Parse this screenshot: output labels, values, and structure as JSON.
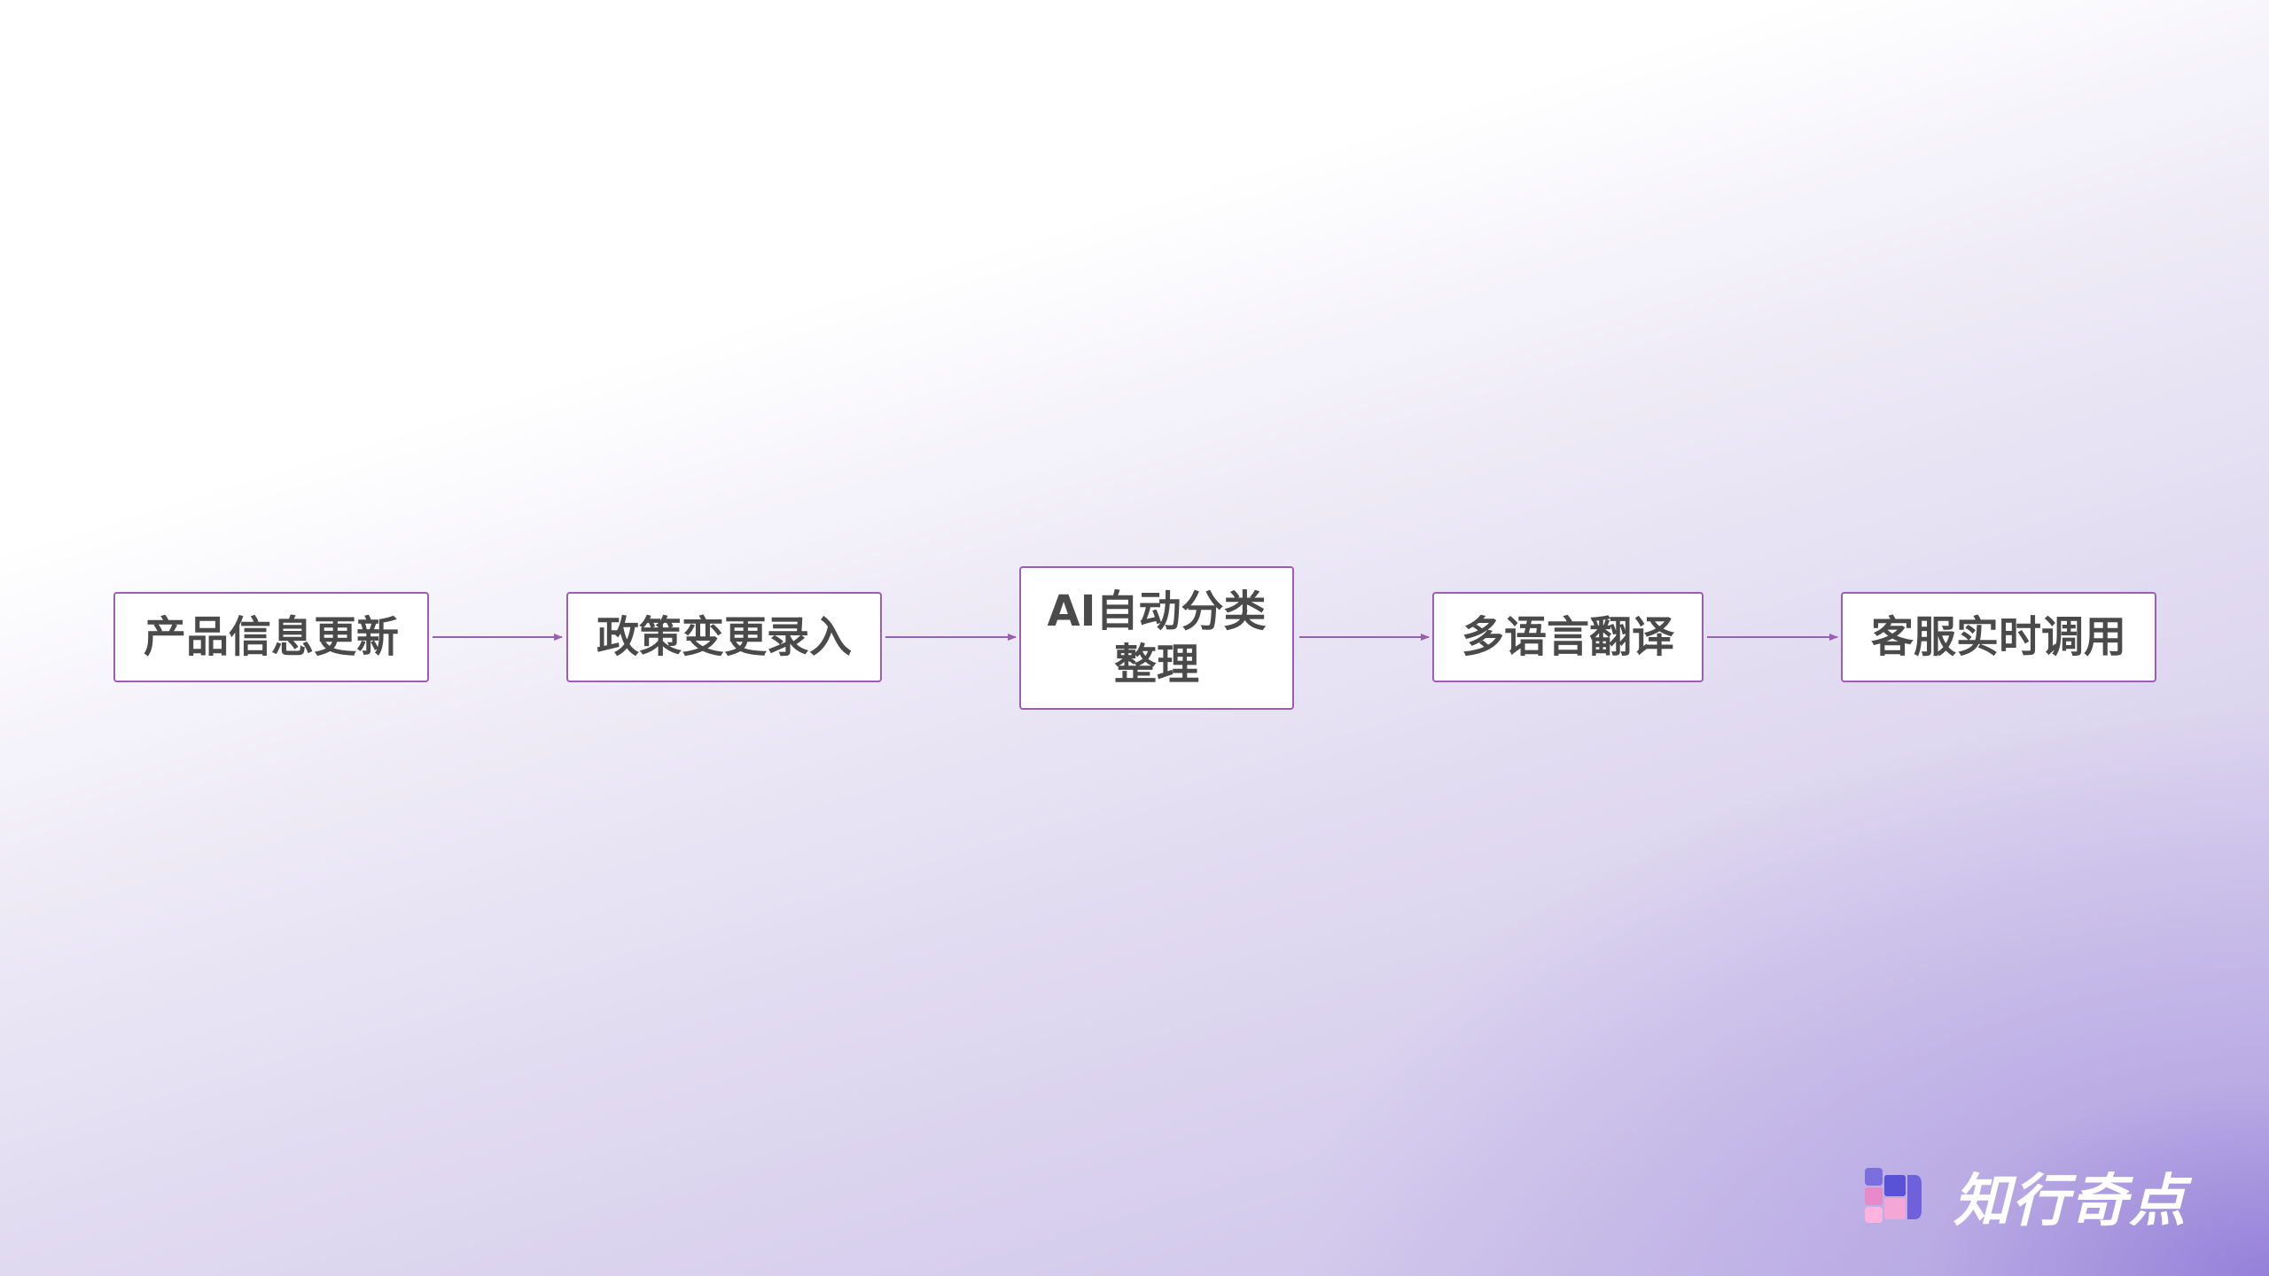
{
  "flow": {
    "steps": [
      {
        "label": "产品信息更新"
      },
      {
        "label": "政策变更录入"
      },
      {
        "label": "AI自动分类\n整理"
      },
      {
        "label": "多语言翻译"
      },
      {
        "label": "客服实时调用"
      }
    ],
    "colors": {
      "border": "#9b5db5",
      "arrow": "#9b5db5",
      "text": "#4a4a4a"
    }
  },
  "brand": {
    "name": "知行奇点",
    "logo_icon": "squares-logo-icon"
  }
}
